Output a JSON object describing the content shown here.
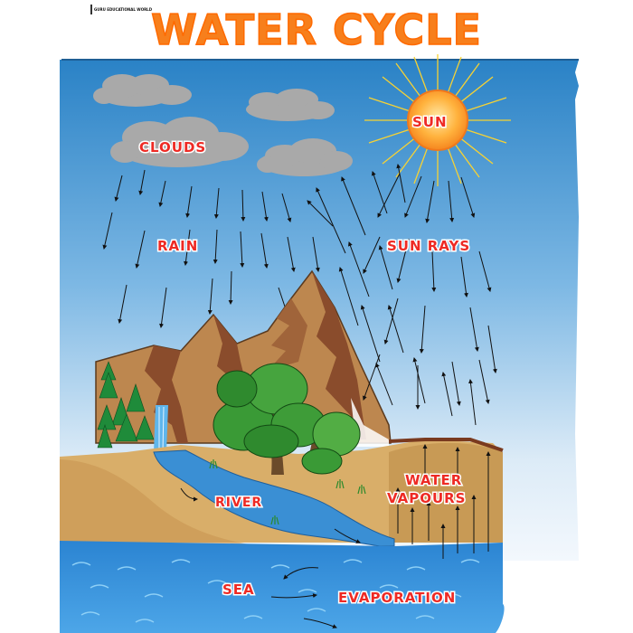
{
  "publisher": {
    "text": "GURU EDUCATIONAL WORLD"
  },
  "title": "WATER CYCLE",
  "labels": {
    "clouds": "CLOUDS",
    "sun": "SUN",
    "rain": "RAIN",
    "sun_rays": "SUN RAYS",
    "water_vapours_line1": "WATER",
    "water_vapours_line2": "VAPOURS",
    "river": "RIVER",
    "sea": "SEA",
    "evaporation": "EVAPORATION"
  },
  "colors": {
    "title": "#f77f1c",
    "label": "#ee2a24",
    "sky_top": "#2c85c8",
    "sky_bottom": "#eef6fd",
    "sun": "#f9a43a",
    "cloud": "#aaaaaa",
    "mountain": "#b9844e",
    "ground": "#d7ae6a",
    "river": "#3a8fd4",
    "sea": "#2f8ad6"
  },
  "icons": [
    "sun-icon",
    "cloud-icon",
    "mountain-icon",
    "tree-icon",
    "waterfall-icon"
  ]
}
